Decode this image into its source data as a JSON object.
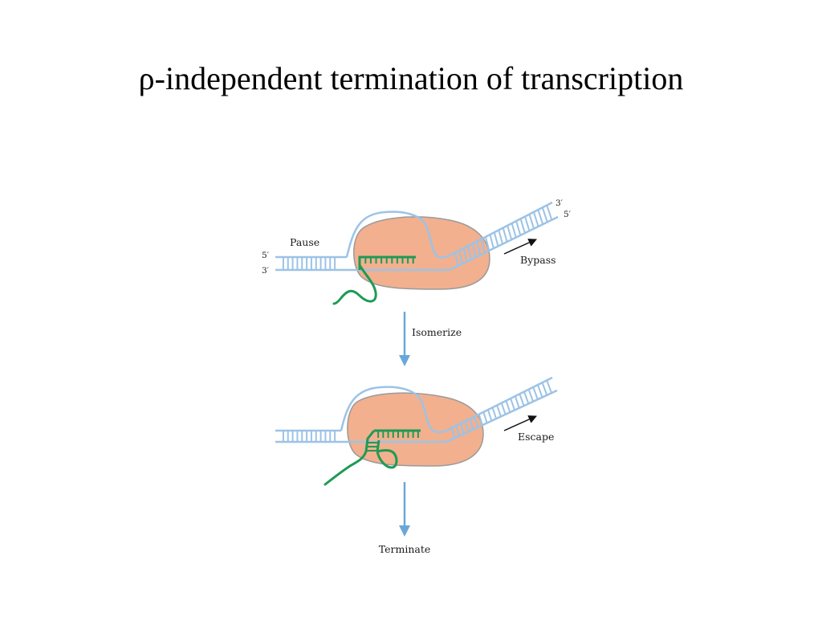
{
  "title": "ρ-independent termination of transcription",
  "labels": {
    "pause": "Pause",
    "bypass": "Bypass",
    "isomerize": "Isomerize",
    "escape": "Escape",
    "terminate": "Terminate",
    "five_prime": "5′",
    "three_prime": "3′"
  },
  "colors": {
    "polymerase": "#f2b08e",
    "polymerase_outline": "#9a9a9a",
    "dna": "#9cc3e6",
    "rna": "#1f9a55",
    "process_arrow": "#6aa7d8",
    "motion_arrow": "#111111"
  }
}
